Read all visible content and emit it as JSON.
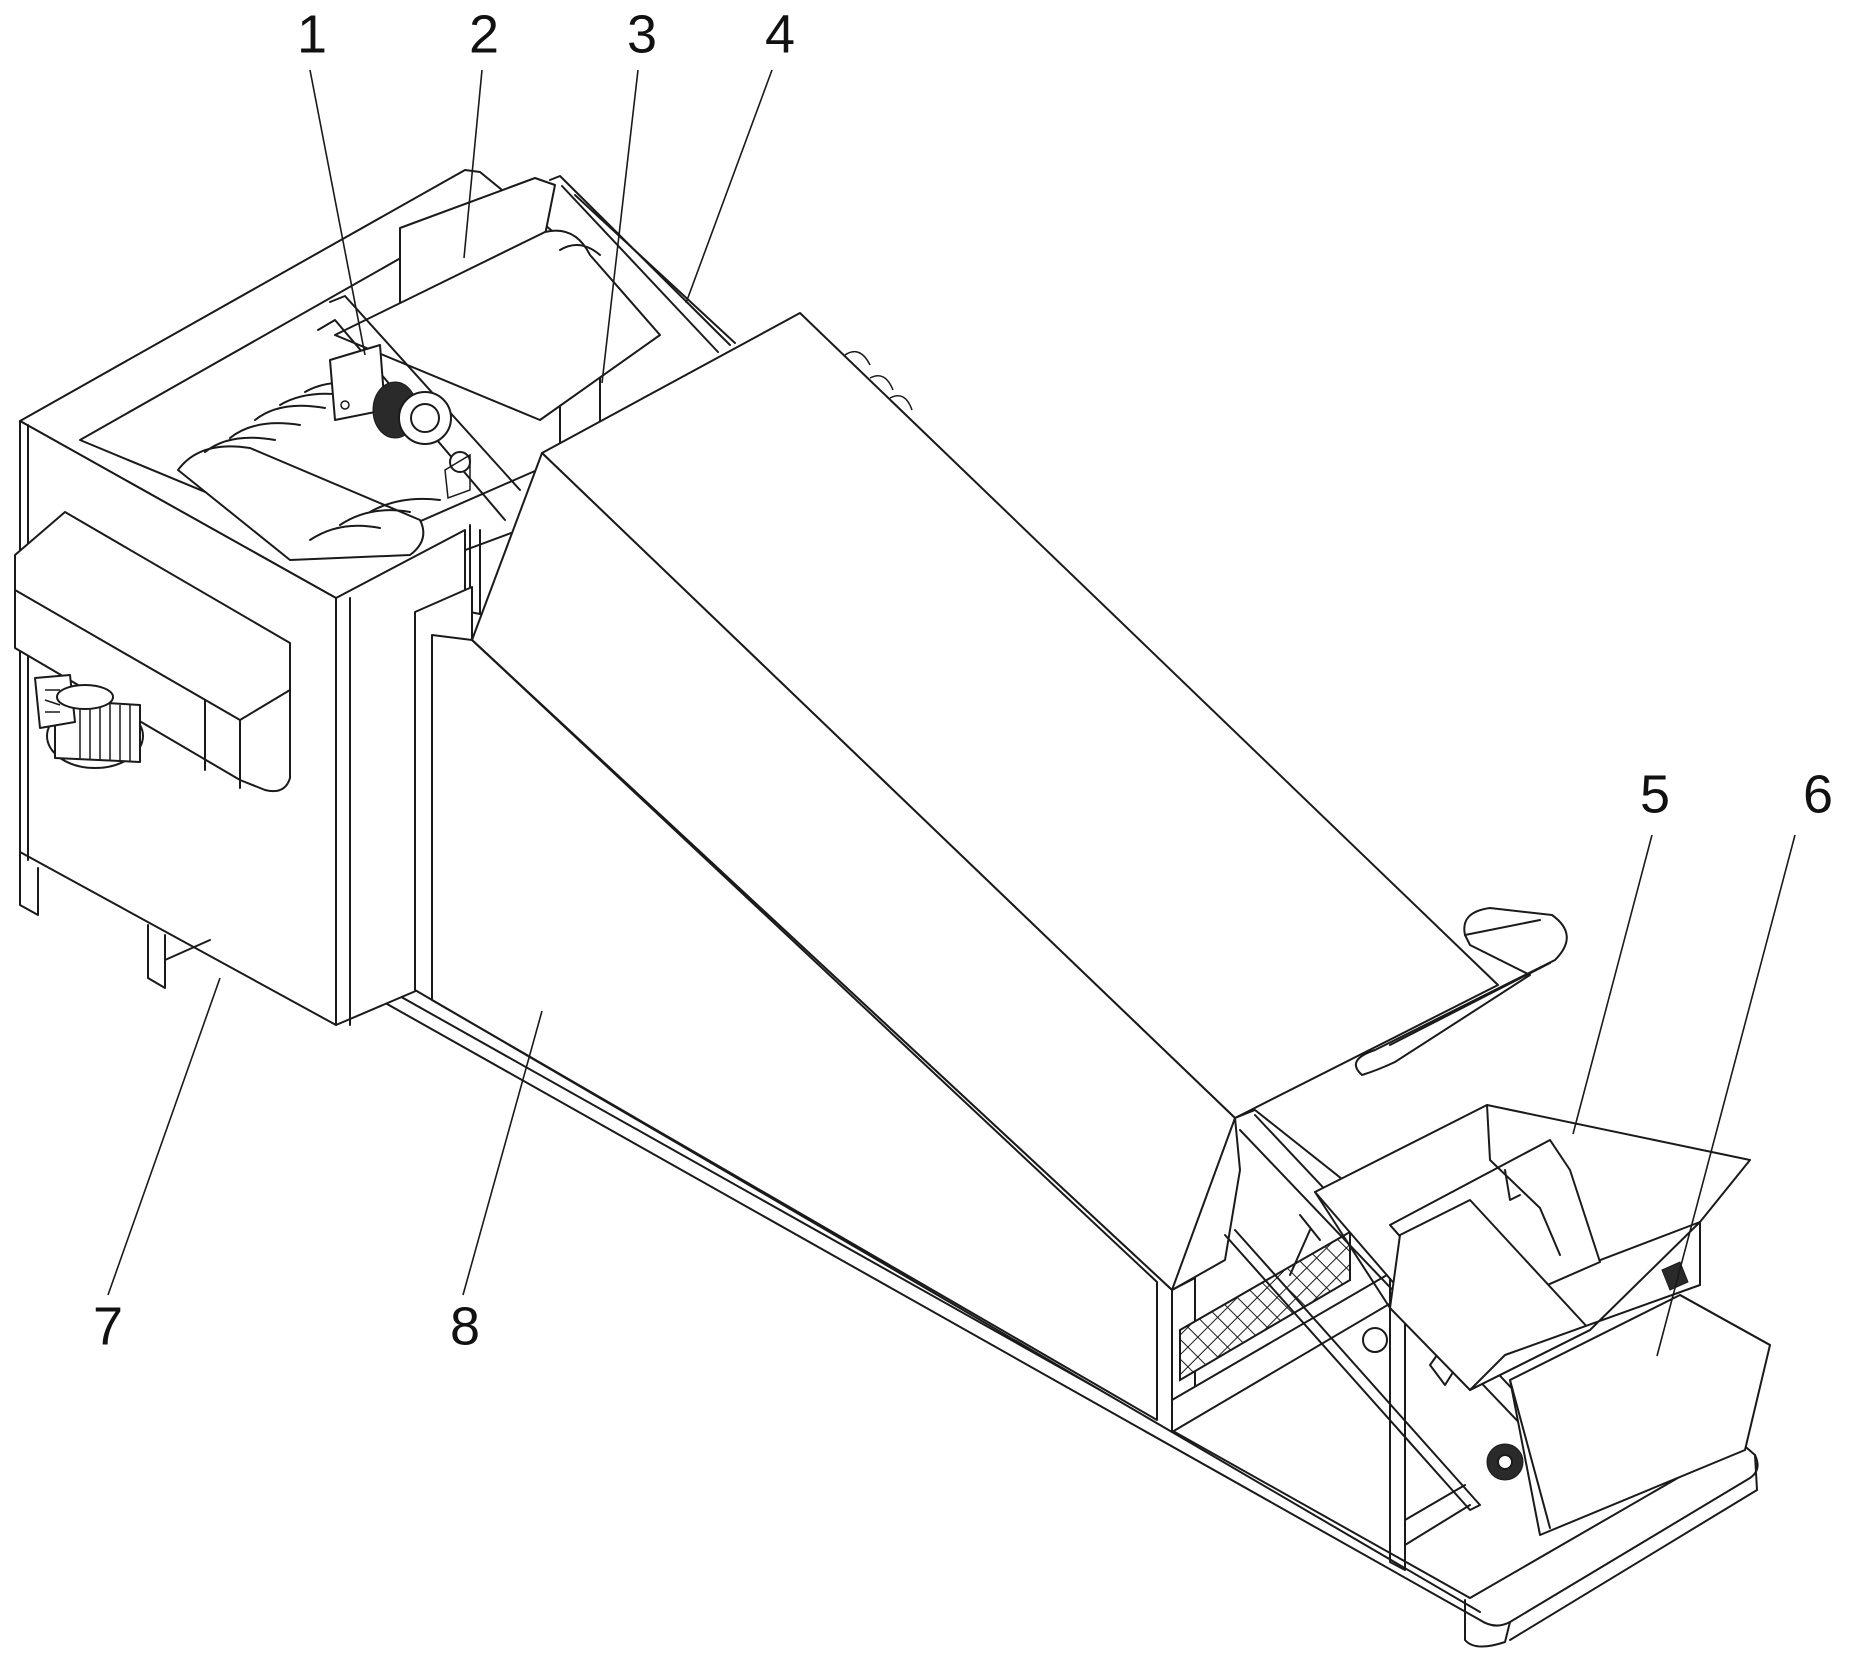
{
  "figure": {
    "kind": "patent isometric line drawing",
    "stroke_color": "#1a1a1a",
    "background_color": "#ffffff"
  },
  "callouts": [
    {
      "id": "1",
      "label": "1"
    },
    {
      "id": "2",
      "label": "2"
    },
    {
      "id": "3",
      "label": "3"
    },
    {
      "id": "4",
      "label": "4"
    },
    {
      "id": "5",
      "label": "5"
    },
    {
      "id": "6",
      "label": "6"
    },
    {
      "id": "7",
      "label": "7"
    },
    {
      "id": "8",
      "label": "8"
    }
  ]
}
